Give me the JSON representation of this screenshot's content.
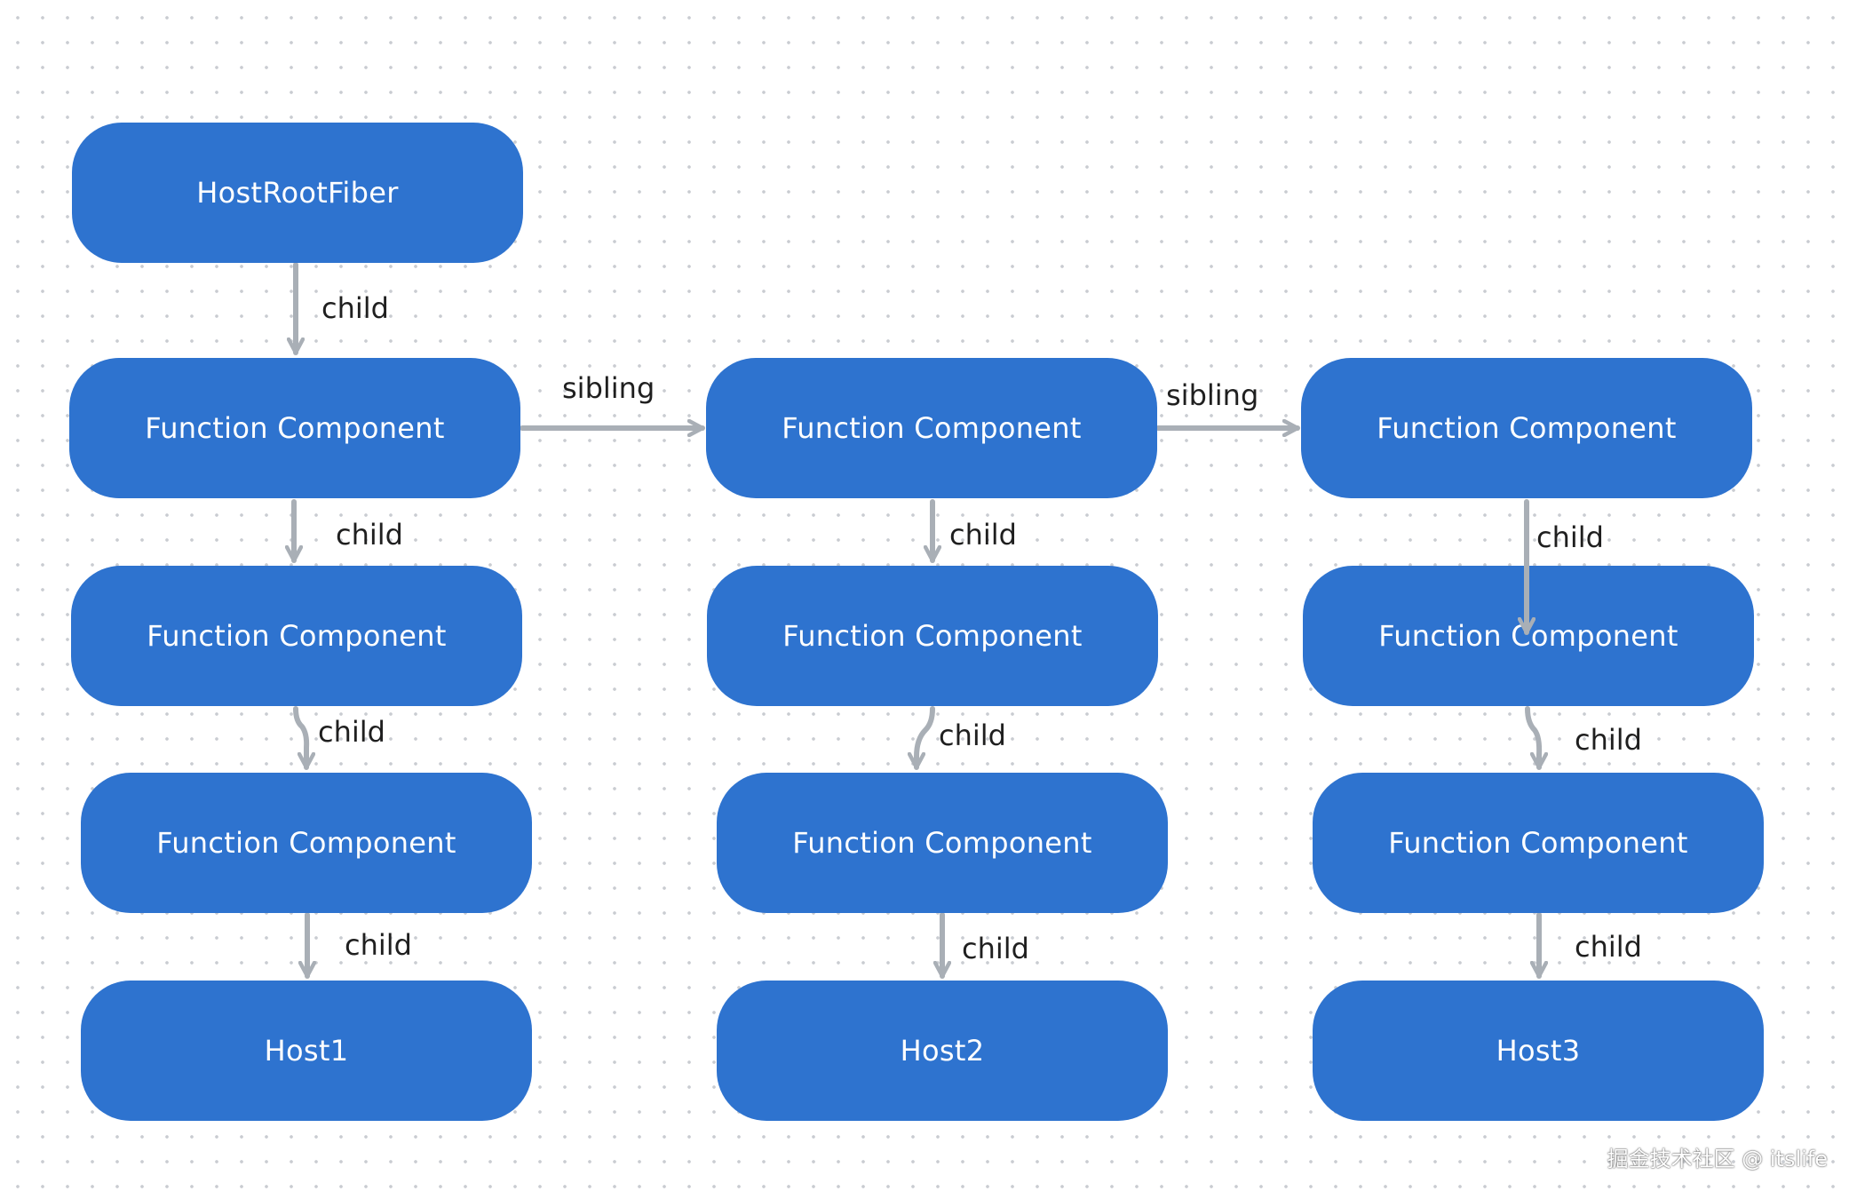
{
  "diagram": {
    "nodes": {
      "root": "HostRootFiber",
      "c1_fc1": "Function Component",
      "c1_fc2": "Function Component",
      "c1_fc3": "Function Component",
      "c1_host": "Host1",
      "c2_fc1": "Function Component",
      "c2_fc2": "Function Component",
      "c2_fc3": "Function Component",
      "c2_host": "Host2",
      "c3_fc1": "Function Component",
      "c3_fc2": "Function Component",
      "c3_fc3": "Function Component",
      "c3_host": "Host3"
    },
    "edges": {
      "child": "child",
      "sibling": "sibling"
    },
    "colors": {
      "node_fill": "#2e73cf",
      "node_text": "#ffffff",
      "edge": "#a9afb6",
      "edge_label": "#1f1f1f"
    }
  },
  "watermark": "掘金技术社区 @ itslife"
}
